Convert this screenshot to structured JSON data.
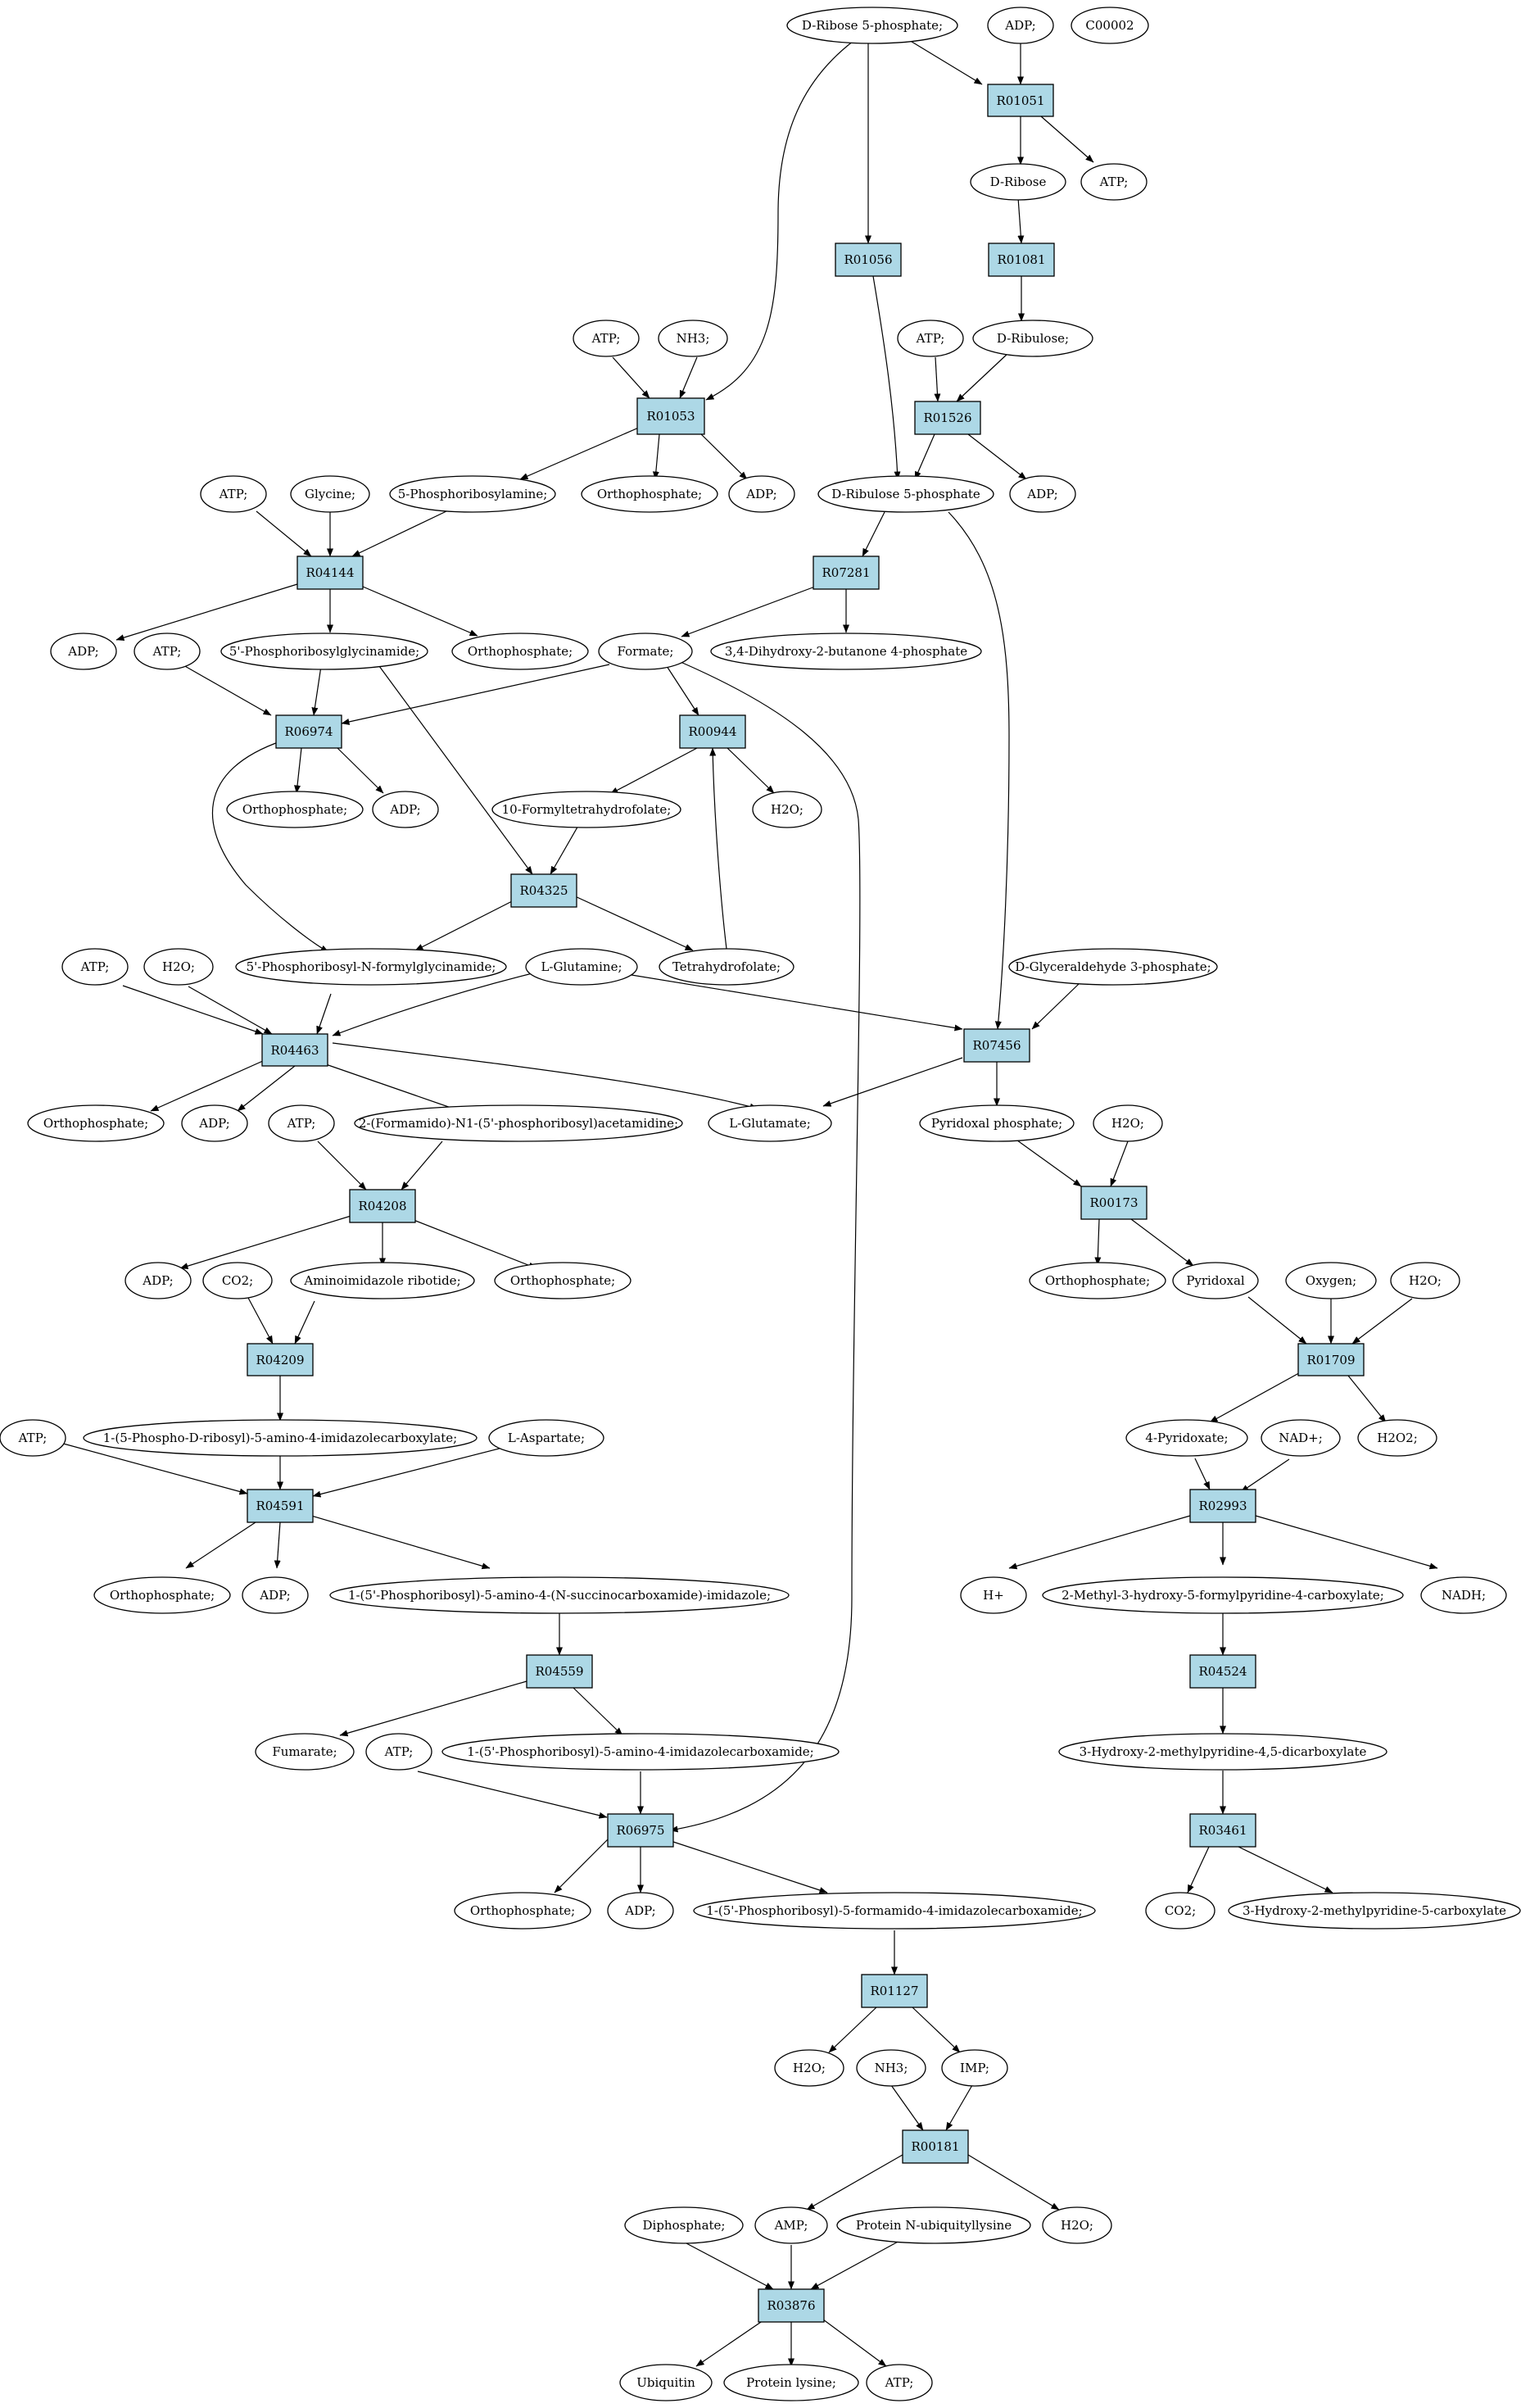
{
  "colors": {
    "reaction_fill": "#add8e6",
    "start_metabolite_fill": "#00ff00",
    "marker_fill": "#ffff00",
    "metabolite_fill": "#ffffff"
  },
  "reactions": {
    "R01051": "R01051",
    "R01056": "R01056",
    "R01081": "R01081",
    "R01053": "R01053",
    "R01526": "R01526",
    "R04144": "R04144",
    "R07281": "R07281",
    "R06974": "R06974",
    "R00944": "R00944",
    "R04325": "R04325",
    "R04463": "R04463",
    "R07456": "R07456",
    "R04208": "R04208",
    "R00173": "R00173",
    "R04209": "R04209",
    "R01709": "R01709",
    "R04591": "R04591",
    "R02993": "R02993",
    "R04559": "R04559",
    "R04524": "R04524",
    "R06975": "R06975",
    "R03461": "R03461",
    "R01127": "R01127",
    "R00181": "R00181",
    "R03876": "R03876"
  },
  "metabolites": {
    "ribose5p": "D-Ribose 5-phosphate;",
    "adp_top": "ADP;",
    "c00002": "C00002",
    "d_ribose": "D-Ribose",
    "atp_top": "ATP;",
    "atp_r01053": "ATP;",
    "nh3_r01053": "NH3;",
    "d_ribulose": "D-Ribulose;",
    "atp_r01526": "ATP;",
    "atp_r04144": "ATP;",
    "glycine": "Glycine;",
    "prpp_amine": "5-Phosphoribosylamine;",
    "orthophos_r01053": "Orthophosphate;",
    "adp_r01053": "ADP;",
    "ribulose5p": "D-Ribulose 5-phosphate",
    "adp_r01526": "ADP;",
    "adp_r04144": "ADP;",
    "atp_r06974": "ATP;",
    "gar": "5'-Phosphoribosylglycinamide;",
    "orthophos_r04144": "Orthophosphate;",
    "formate": "Formate;",
    "dhbp": "3,4-Dihydroxy-2-butanone 4-phosphate",
    "orthophos_r06974": "Orthophosphate;",
    "adp_r06974": "ADP;",
    "fthf": "10-Formyltetrahydrofolate;",
    "h2o_r00944": "H2O;",
    "fgar": "5'-Phosphoribosyl-N-formylglycinamide;",
    "l_glutamine": "L-Glutamine;",
    "thf": "Tetrahydrofolate;",
    "g3p": "D-Glyceraldehyde 3-phosphate;",
    "atp_r04463": "ATP;",
    "h2o_r04463": "H2O;",
    "orthophos_r04463": "Orthophosphate;",
    "adp_r04463": "ADP;",
    "atp_r04208": "ATP;",
    "fgam": "2-(Formamido)-N1-(5'-phosphoribosyl)acetamidine;",
    "l_glutamate": "L-Glutamate;",
    "plp": "Pyridoxal phosphate;",
    "h2o_r00173": "H2O;",
    "adp_r04208": "ADP;",
    "co2_r04209": "CO2;",
    "air": "Aminoimidazole ribotide;",
    "orthophos_r04208": "Orthophosphate;",
    "orthophos_r00173": "Orthophosphate;",
    "pyridoxal": "Pyridoxal",
    "oxygen": "Oxygen;",
    "h2o_r01709": "H2O;",
    "atp_r04591": "ATP;",
    "cair": "1-(5-Phospho-D-ribosyl)-5-amino-4-imidazolecarboxylate;",
    "l_aspartate": "L-Aspartate;",
    "pyridoxate": "4-Pyridoxate;",
    "nadp": "NAD+;",
    "h2o2": "H2O2;",
    "orthophos_r04591": "Orthophosphate;",
    "adp_r04591": "ADP;",
    "saicar": "1-(5'-Phosphoribosyl)-5-amino-4-(N-succinocarboxamide)-imidazole;",
    "h_plus": "H+",
    "mhfpc": "2-Methyl-3-hydroxy-5-formylpyridine-4-carboxylate;",
    "nadh": "NADH;",
    "fumarate": "Fumarate;",
    "atp_r06975": "ATP;",
    "aicar": "1-(5'-Phosphoribosyl)-5-amino-4-imidazolecarboxamide;",
    "hmpdc": "3-Hydroxy-2-methylpyridine-4,5-dicarboxylate",
    "orthophos_r06975": "Orthophosphate;",
    "adp_r06975": "ADP;",
    "faicar": "1-(5'-Phosphoribosyl)-5-formamido-4-imidazolecarboxamide;",
    "co2_r03461": "CO2;",
    "hmpc": "3-Hydroxy-2-methylpyridine-5-carboxylate",
    "h2o_r01127": "H2O;",
    "nh3_r00181": "NH3;",
    "imp": "IMP;",
    "diphosphate": "Diphosphate;",
    "amp": "AMP;",
    "protein_ubl": "Protein N-ubiquityllysine",
    "h2o_r00181": "H2O;",
    "ubiquitin": "Ubiquitin",
    "protein_lysine": "Protein lysine;",
    "atp_r03876": "ATP;"
  }
}
